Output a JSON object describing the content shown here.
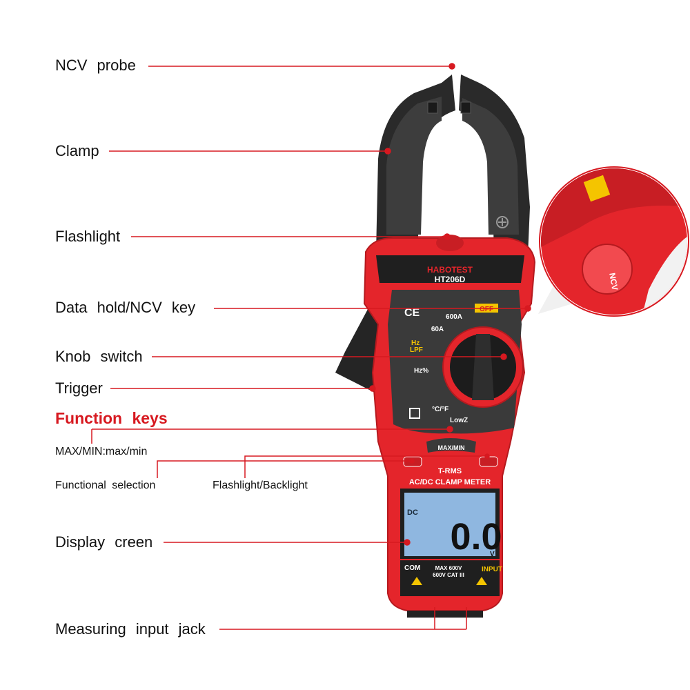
{
  "labels": {
    "ncv_probe": "NCV probe",
    "clamp": "Clamp",
    "flashlight": "Flashlight",
    "data_hold_ncv_key": "Data hold/NCV key",
    "knob_switch": "Knob switch",
    "trigger": "Trigger",
    "function_keys": "Function keys",
    "max_min": "MAX/MIN:max/min",
    "functional_selection": "Functional selection",
    "flashlight_backlight": "Flashlight/Backlight",
    "display_screen": "Display creen",
    "measuring_input_jack": "Measuring input jack"
  },
  "device": {
    "brand": "HABOTEST",
    "model": "HT206D",
    "off": "OFF",
    "ce": "CE",
    "range_600a": "600A",
    "range_60a": "60A",
    "hz_lpf": "Hz\nLPF",
    "hz_percent": "Hz%",
    "lowz": "LowZ",
    "temp": "°C/°F",
    "max_min_button": "MAX/MIN",
    "trms": "T-RMS",
    "acdc": "AC/DC CLAMP METER",
    "dc": "DC",
    "reading": "0.0",
    "unit": "V",
    "com": "COM",
    "max_rating": "MAX 600V",
    "cat": "600V CAT III",
    "input": "INPUT",
    "zoom_ncv": "NCV",
    "hz": "Hz",
    "lpf": "LPF"
  },
  "colors": {
    "accent_line": "#d71920",
    "body_red": "#e4252b",
    "jaw_black": "#2b2b2b"
  }
}
